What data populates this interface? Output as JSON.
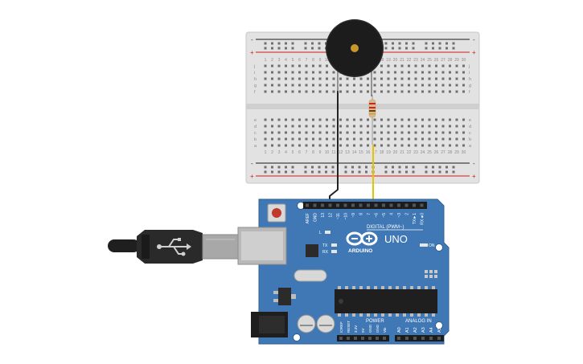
{
  "workspace": {
    "background": "#ffffff"
  },
  "breadboard": {
    "rail_plus": "+",
    "rail_minus": "-",
    "rows_top": [
      "j",
      "i",
      "h",
      "g",
      "f"
    ],
    "rows_bottom": [
      "e",
      "d",
      "c",
      "b",
      "a"
    ],
    "column_numbers": [
      "1",
      "2",
      "3",
      "4",
      "5",
      "6",
      "7",
      "8",
      "9",
      "10",
      "11",
      "12",
      "13",
      "14",
      "15",
      "16",
      "17",
      "18",
      "19",
      "20",
      "21",
      "22",
      "23",
      "24",
      "25",
      "26",
      "27",
      "28",
      "29",
      "30"
    ]
  },
  "components": {
    "buzzer": {
      "name": "piezo-buzzer"
    },
    "resistor": {
      "name": "resistor"
    },
    "wire_ground": {
      "color": "#222222"
    },
    "wire_signal": {
      "color": "#e6c200"
    }
  },
  "arduino": {
    "board_color": "#3f78b5",
    "model": "UNO",
    "brand": "ARDUINO",
    "digital_header_label": "DIGITAL (PWM~)",
    "power_label": "POWER",
    "analog_label": "ANALOG IN",
    "led_l": "L",
    "led_tx": "TX",
    "led_rx": "RX",
    "led_on": "ON",
    "digital_pins": [
      "AREF",
      "GND",
      "13",
      "12",
      "~11",
      "~10",
      "~9",
      "8",
      "7",
      "~6",
      "~5",
      "4",
      "~3",
      "2",
      "TX►1",
      "RX◄0"
    ],
    "power_pins": [
      "IOREF",
      "RESET",
      "3.3V",
      "5V",
      "GND",
      "GND",
      "Vin"
    ],
    "analog_pins": [
      "A0",
      "A1",
      "A2",
      "A3",
      "A4",
      "A5"
    ]
  }
}
